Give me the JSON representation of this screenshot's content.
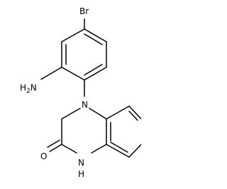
{
  "molecule": {
    "labels": {
      "bromine": "Br",
      "amine_n": "N",
      "amine_h": "H",
      "amine_h_count": "2",
      "ring_n_4": "N",
      "carbonyl_o": "O",
      "amide_h": "H",
      "amide_n": "N"
    }
  },
  "colors": {
    "bond": "#000000",
    "background": "#ffffff"
  }
}
